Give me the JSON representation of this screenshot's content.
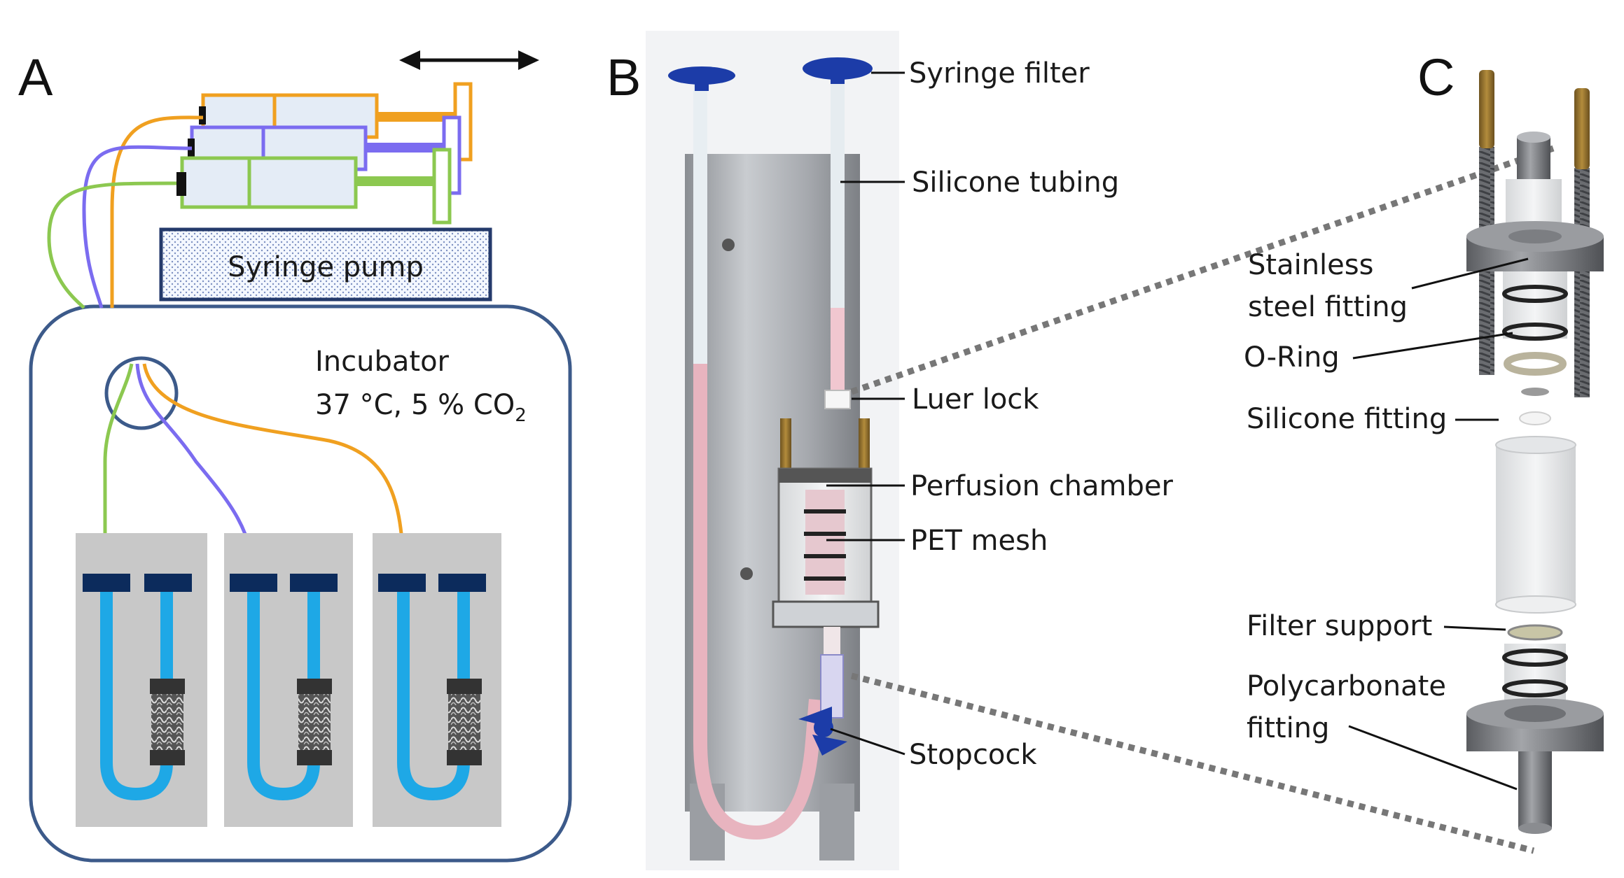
{
  "panels": {
    "a": {
      "letter": "A",
      "pump_label": "Syringe pump",
      "incubator_line1": "Incubator",
      "incubator_line2_prefix": "37 °C, 5 % CO",
      "incubator_line2_sub": "2",
      "syringe_colors": [
        "#f0a020",
        "#7b6cf0",
        "#8cc850"
      ]
    },
    "b": {
      "letter": "B",
      "labels": {
        "syringe_filter": "Syringe filter",
        "silicone_tubing": "Silicone tubing",
        "luer_lock": "Luer lock",
        "perfusion_chamber": "Perfusion chamber",
        "pet_mesh": "PET mesh",
        "stopcock": "Stopcock"
      }
    },
    "c": {
      "letter": "C",
      "labels": {
        "stainless_line1": "Stainless",
        "stainless_line2": "steel fitting",
        "o_ring": "O-Ring",
        "silicone_fitting": "Silicone fitting",
        "filter_support": "Filter support",
        "polycarbonate_line1": "Polycarbonate",
        "polycarbonate_line2": "fitting"
      }
    }
  },
  "colors": {
    "orange": "#f0a020",
    "purple": "#7b6cf0",
    "green": "#8cc850",
    "tube_blue": "#1ea8e6",
    "cap_navy": "#0c2b5c",
    "incubator_border": "#3c5a8a",
    "holder_gray": "#c8c8c8",
    "filter_blue": "#1c3ca8"
  }
}
